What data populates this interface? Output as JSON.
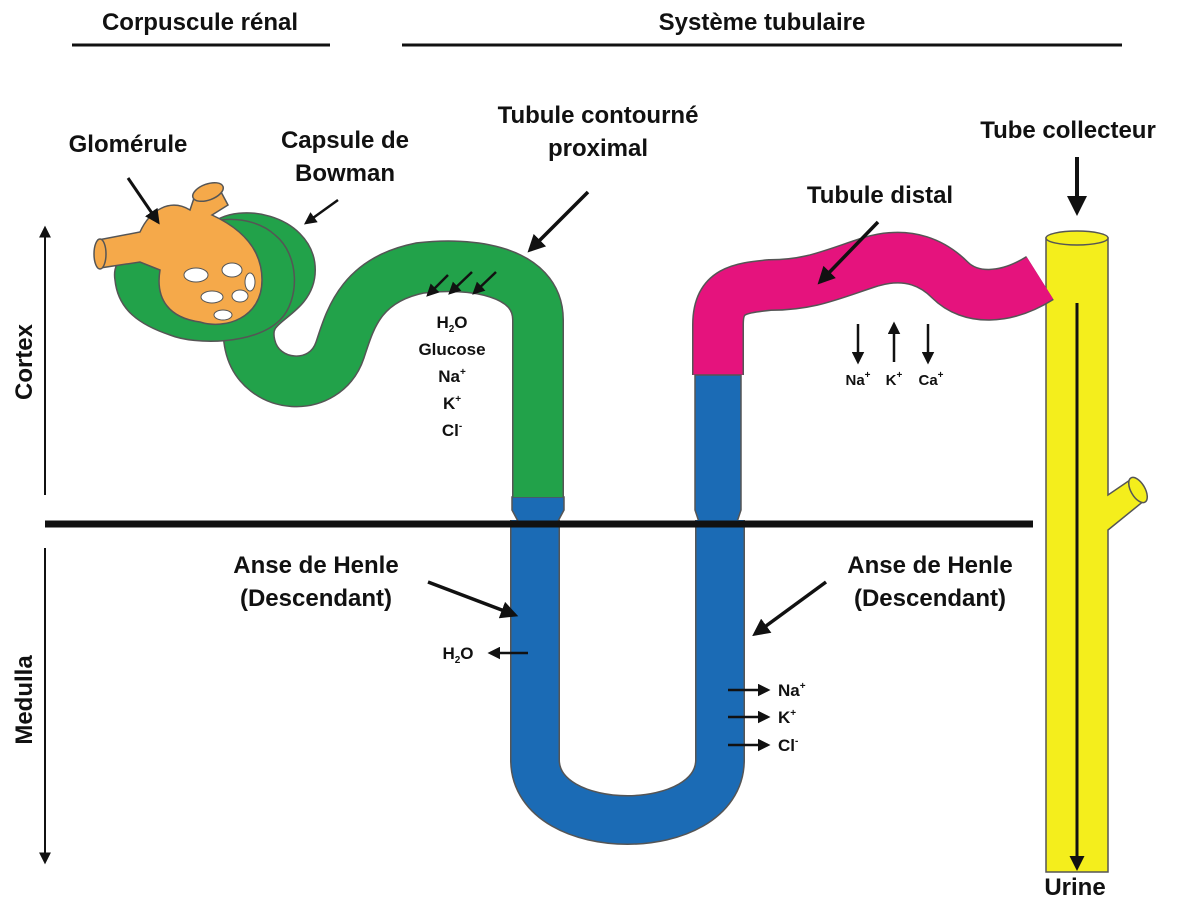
{
  "headers": {
    "renal_corpuscle": "Corpuscule rénal",
    "tubular_system": "Système tubulaire"
  },
  "zones": {
    "cortex": "Cortex",
    "medulla": "Medulla"
  },
  "labels": {
    "glomerulus": "Glomérule",
    "bowman_line1": "Capsule de",
    "bowman_line2": "Bowman",
    "pct_line1": "Tubule contourné",
    "pct_line2": "proximal",
    "distal": "Tubule distal",
    "collecting": "Tube collecteur",
    "henle_left_line1": "Anse de Henle",
    "henle_left_line2": "(Descendant)",
    "henle_right_line1": "Anse de Henle",
    "henle_right_line2": "(Descendant)",
    "urine": "Urine"
  },
  "ions": {
    "proximal": {
      "h2o_base": "H",
      "h2o_sub": "2",
      "h2o_end": "O",
      "glucose": "Glucose",
      "na_base": "Na",
      "na_sup": "+",
      "k_base": "K",
      "k_sup": "+",
      "cl_base": "Cl",
      "cl_sup": "-"
    },
    "descending": {
      "h2o_base": "H",
      "h2o_sub": "2",
      "h2o_end": "O"
    },
    "ascending": {
      "na_base": "Na",
      "na_sup": "+",
      "k_base": "K",
      "k_sup": "+",
      "cl_base": "Cl",
      "cl_sup": "-"
    },
    "distal": {
      "na_base": "Na",
      "na_sup": "+",
      "k_base": "K",
      "k_sup": "+",
      "ca_base": "Ca",
      "ca_sup": "+"
    }
  },
  "colors": {
    "glomerulus": "#F5A94A",
    "proximal": "#22A24A",
    "henle": "#1B6BB5",
    "distal": "#E5137D",
    "collecting": "#F4EE1C",
    "outline": "#555555",
    "text": "#111111"
  }
}
